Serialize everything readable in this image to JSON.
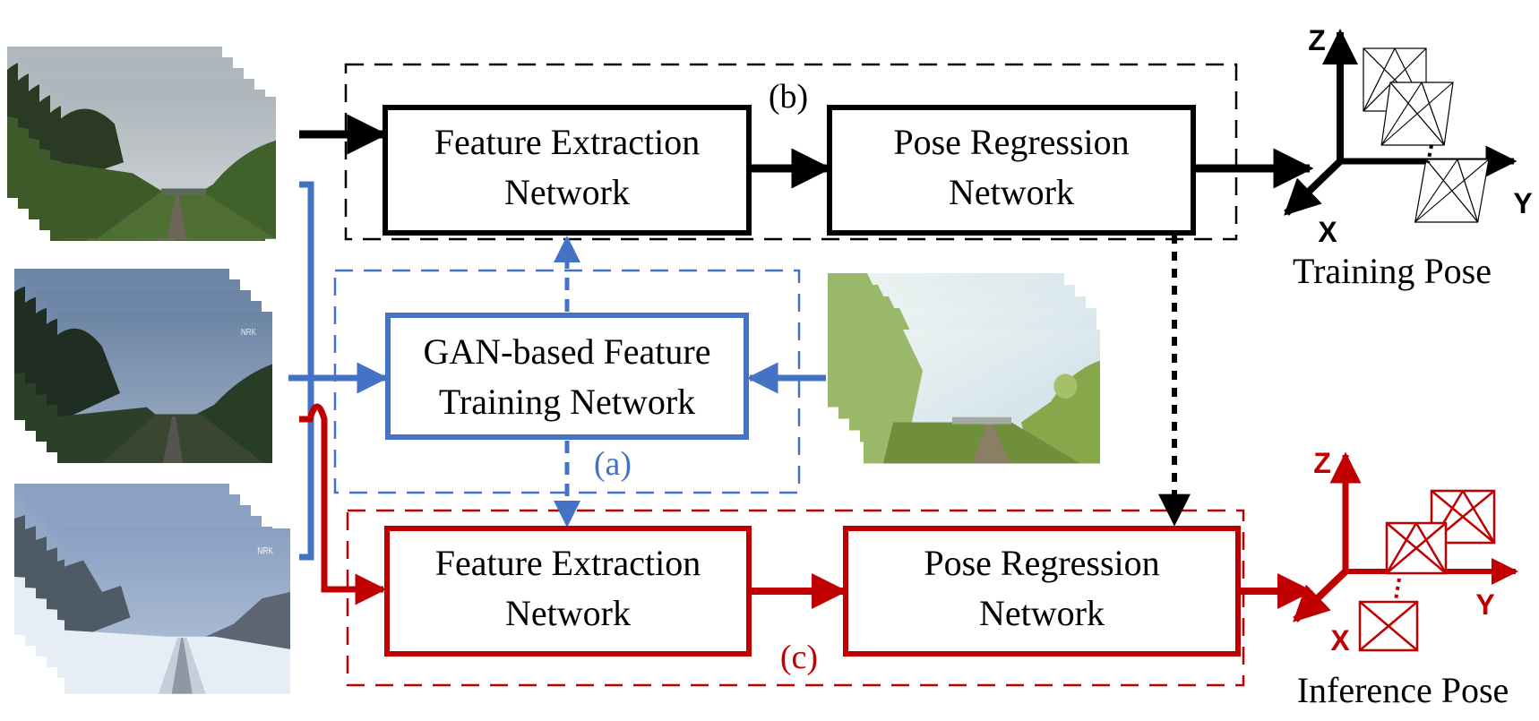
{
  "colors": {
    "black": "#000000",
    "blue": "#4472c4",
    "red": "#c00000"
  },
  "images": [
    {
      "name": "summer-train-view-stack",
      "scene": "summer"
    },
    {
      "name": "dusk-train-view-stack",
      "scene": "dusk"
    },
    {
      "name": "winter-train-view-stack",
      "scene": "winter"
    },
    {
      "name": "sunny-train-view-stack",
      "scene": "sunny"
    }
  ],
  "top_pipeline": {
    "section_label": "(b)",
    "feature_line1": "Feature Extraction",
    "feature_line2": "Network",
    "pose_line1": "Pose Regression",
    "pose_line2": "Network"
  },
  "gan": {
    "section_label": "(a)",
    "line1": "GAN-based Feature",
    "line2": "Training Network"
  },
  "bottom_pipeline": {
    "section_label": "(c)",
    "feature_line1": "Feature Extraction",
    "feature_line2": "Network",
    "pose_line1": "Pose Regression",
    "pose_line2": "Network"
  },
  "training_pose": {
    "caption": "Training Pose",
    "z": "Z",
    "y": "Y",
    "x": "X"
  },
  "inference_pose": {
    "caption": "Inference Pose",
    "z": "Z",
    "y": "Y",
    "x": "X"
  }
}
